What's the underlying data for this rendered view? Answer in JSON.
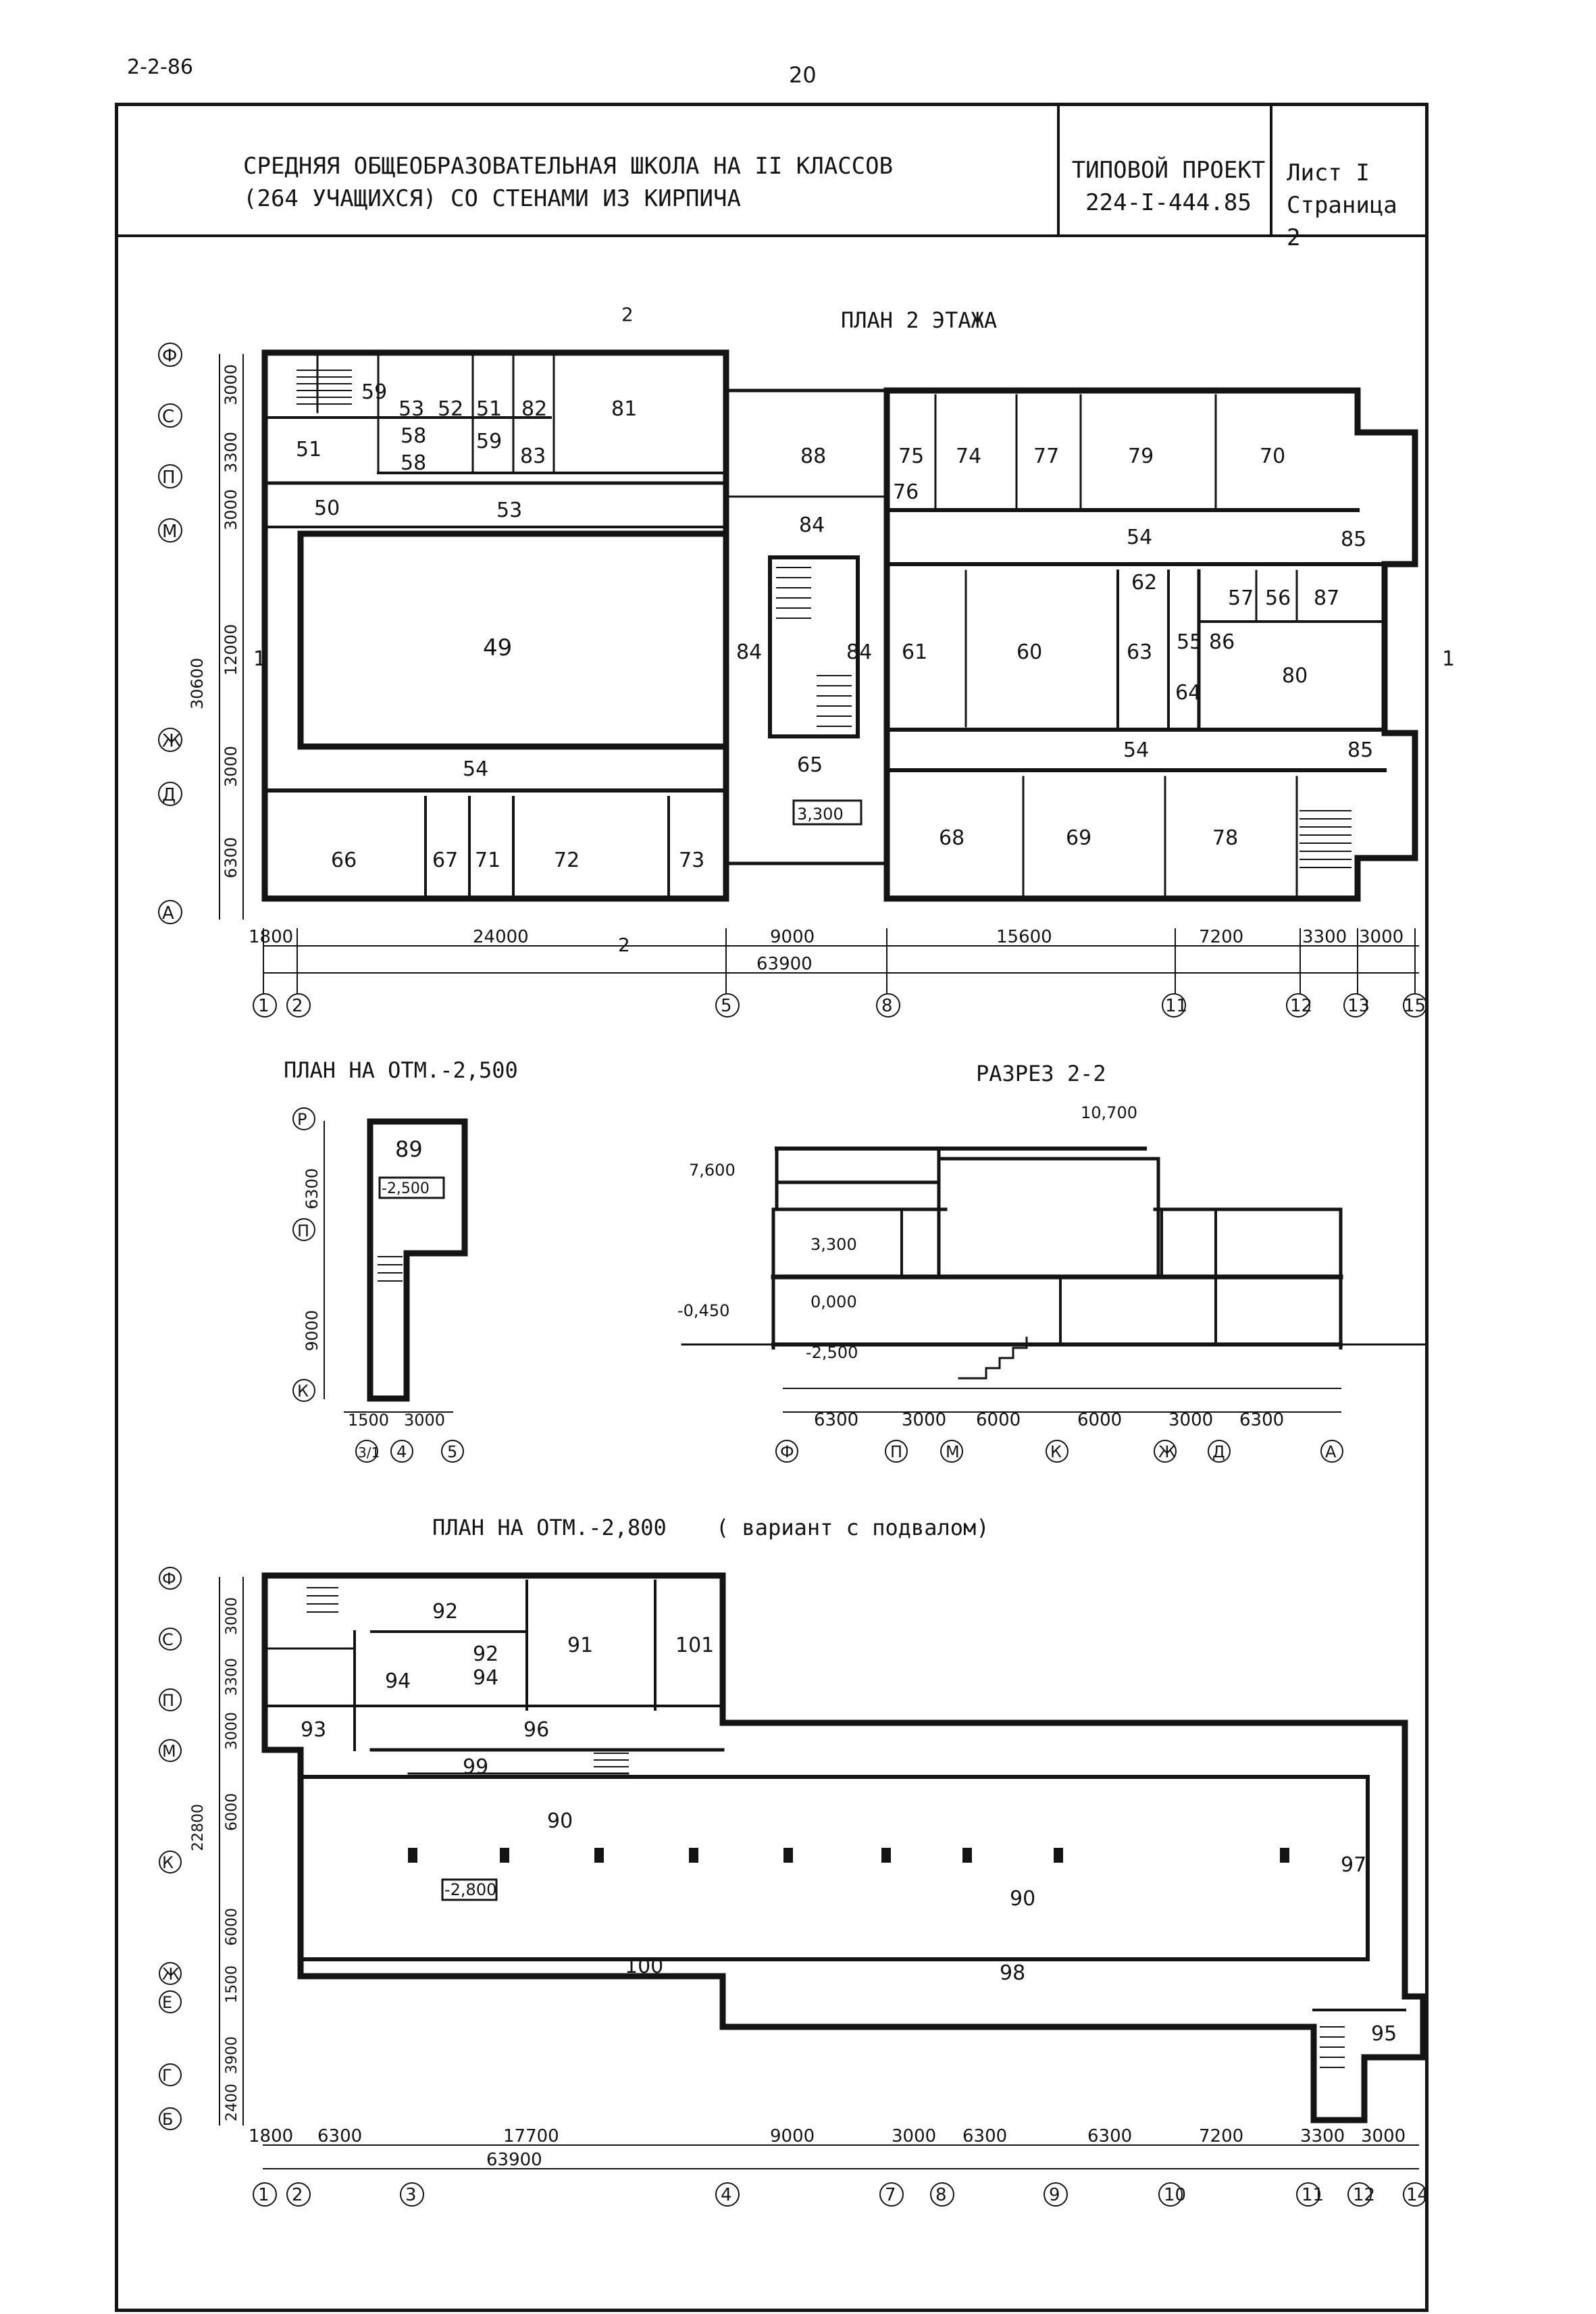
{
  "page": {
    "doc_code": "2-2-86",
    "page_number": "20"
  },
  "title_block": {
    "title_line1": "СРЕДНЯЯ ОБЩЕОБРАЗОВАТЕЛЬНАЯ ШКОЛА НА II КЛАССОВ",
    "title_line2": "(264 УЧАЩИХСЯ) СО СТЕНАМИ ИЗ КИРПИЧА",
    "project_label": "ТИПОВОЙ ПРОЕКТ",
    "project_number": "224-I-444.85",
    "sheet": "Лист I",
    "page": "Страница 2"
  },
  "plan_floor2": {
    "title": "ПЛАН 2 ЭТАЖА",
    "section_marks": [
      "2",
      "2",
      "1",
      "1"
    ],
    "axes_rows": [
      "Ф",
      "С",
      "П",
      "М",
      "Ж",
      "Д",
      "А"
    ],
    "row_dims": [
      "3000",
      "3300",
      "3000",
      "30600",
      "12000",
      "3000",
      "6300"
    ],
    "axes_cols": [
      "1",
      "2",
      "5",
      "8",
      "11",
      "12",
      "13",
      "15"
    ],
    "col_dims": [
      "1800",
      "24000",
      "9000",
      "15600",
      "7200",
      "3300",
      "3000"
    ],
    "overall_dim": "63900",
    "level_mark": "3,300",
    "rooms": [
      "59",
      "53",
      "52",
      "51",
      "82",
      "81",
      "51",
      "58",
      "58",
      "59",
      "83",
      "88",
      "75",
      "76",
      "74",
      "77",
      "79",
      "70",
      "50",
      "53",
      "84",
      "54",
      "85",
      "62",
      "57",
      "56",
      "87",
      "49",
      "84",
      "84",
      "61",
      "60",
      "63",
      "55",
      "86",
      "80",
      "64",
      "54",
      "65",
      "54",
      "85",
      "66",
      "67",
      "71",
      "72",
      "73",
      "68",
      "69",
      "78"
    ]
  },
  "plan_minus2500": {
    "title": "ПЛАН НА ОТМ.-2,500",
    "axes_rows": [
      "Р",
      "П",
      "К"
    ],
    "row_dims": [
      "6300",
      "9000"
    ],
    "axes_cols": [
      "3/1",
      "4",
      "5"
    ],
    "col_dims": [
      "1500",
      "3000"
    ],
    "room": "89",
    "level_mark": "-2,500"
  },
  "section_2_2": {
    "title": "РАЗРЕЗ 2-2",
    "levels": [
      "10,700",
      "7,600",
      "3,300",
      "0,000",
      "-0,450",
      "-2,500"
    ],
    "axes": [
      "Ф",
      "П",
      "М",
      "К",
      "Ж",
      "Д",
      "А"
    ],
    "dims": [
      "6300",
      "3000",
      "6000",
      "6000",
      "3000",
      "6300"
    ]
  },
  "plan_minus2800": {
    "title": "ПЛАН НА ОТМ.-2,800",
    "subtitle": "( вариант с подвалом)",
    "axes_rows": [
      "Ф",
      "С",
      "П",
      "М",
      "К",
      "Ж",
      "Е",
      "Г",
      "Б"
    ],
    "row_dims": [
      "3000",
      "3300",
      "3000",
      "22800",
      "6000",
      "6000",
      "1500",
      "3900",
      "2400"
    ],
    "axes_cols": [
      "1",
      "2",
      "3",
      "4",
      "7",
      "8",
      "9",
      "10",
      "11",
      "12",
      "14"
    ],
    "col_dims": [
      "1800",
      "6300",
      "17700",
      "9000",
      "3000",
      "6300",
      "6300",
      "7200",
      "3300",
      "3000"
    ],
    "overall_dim": "63900",
    "level_mark": "-2,800",
    "rooms": [
      "92",
      "91",
      "101",
      "92",
      "94",
      "94",
      "93",
      "96",
      "99",
      "90",
      "90",
      "97",
      "100",
      "98",
      "95"
    ]
  }
}
